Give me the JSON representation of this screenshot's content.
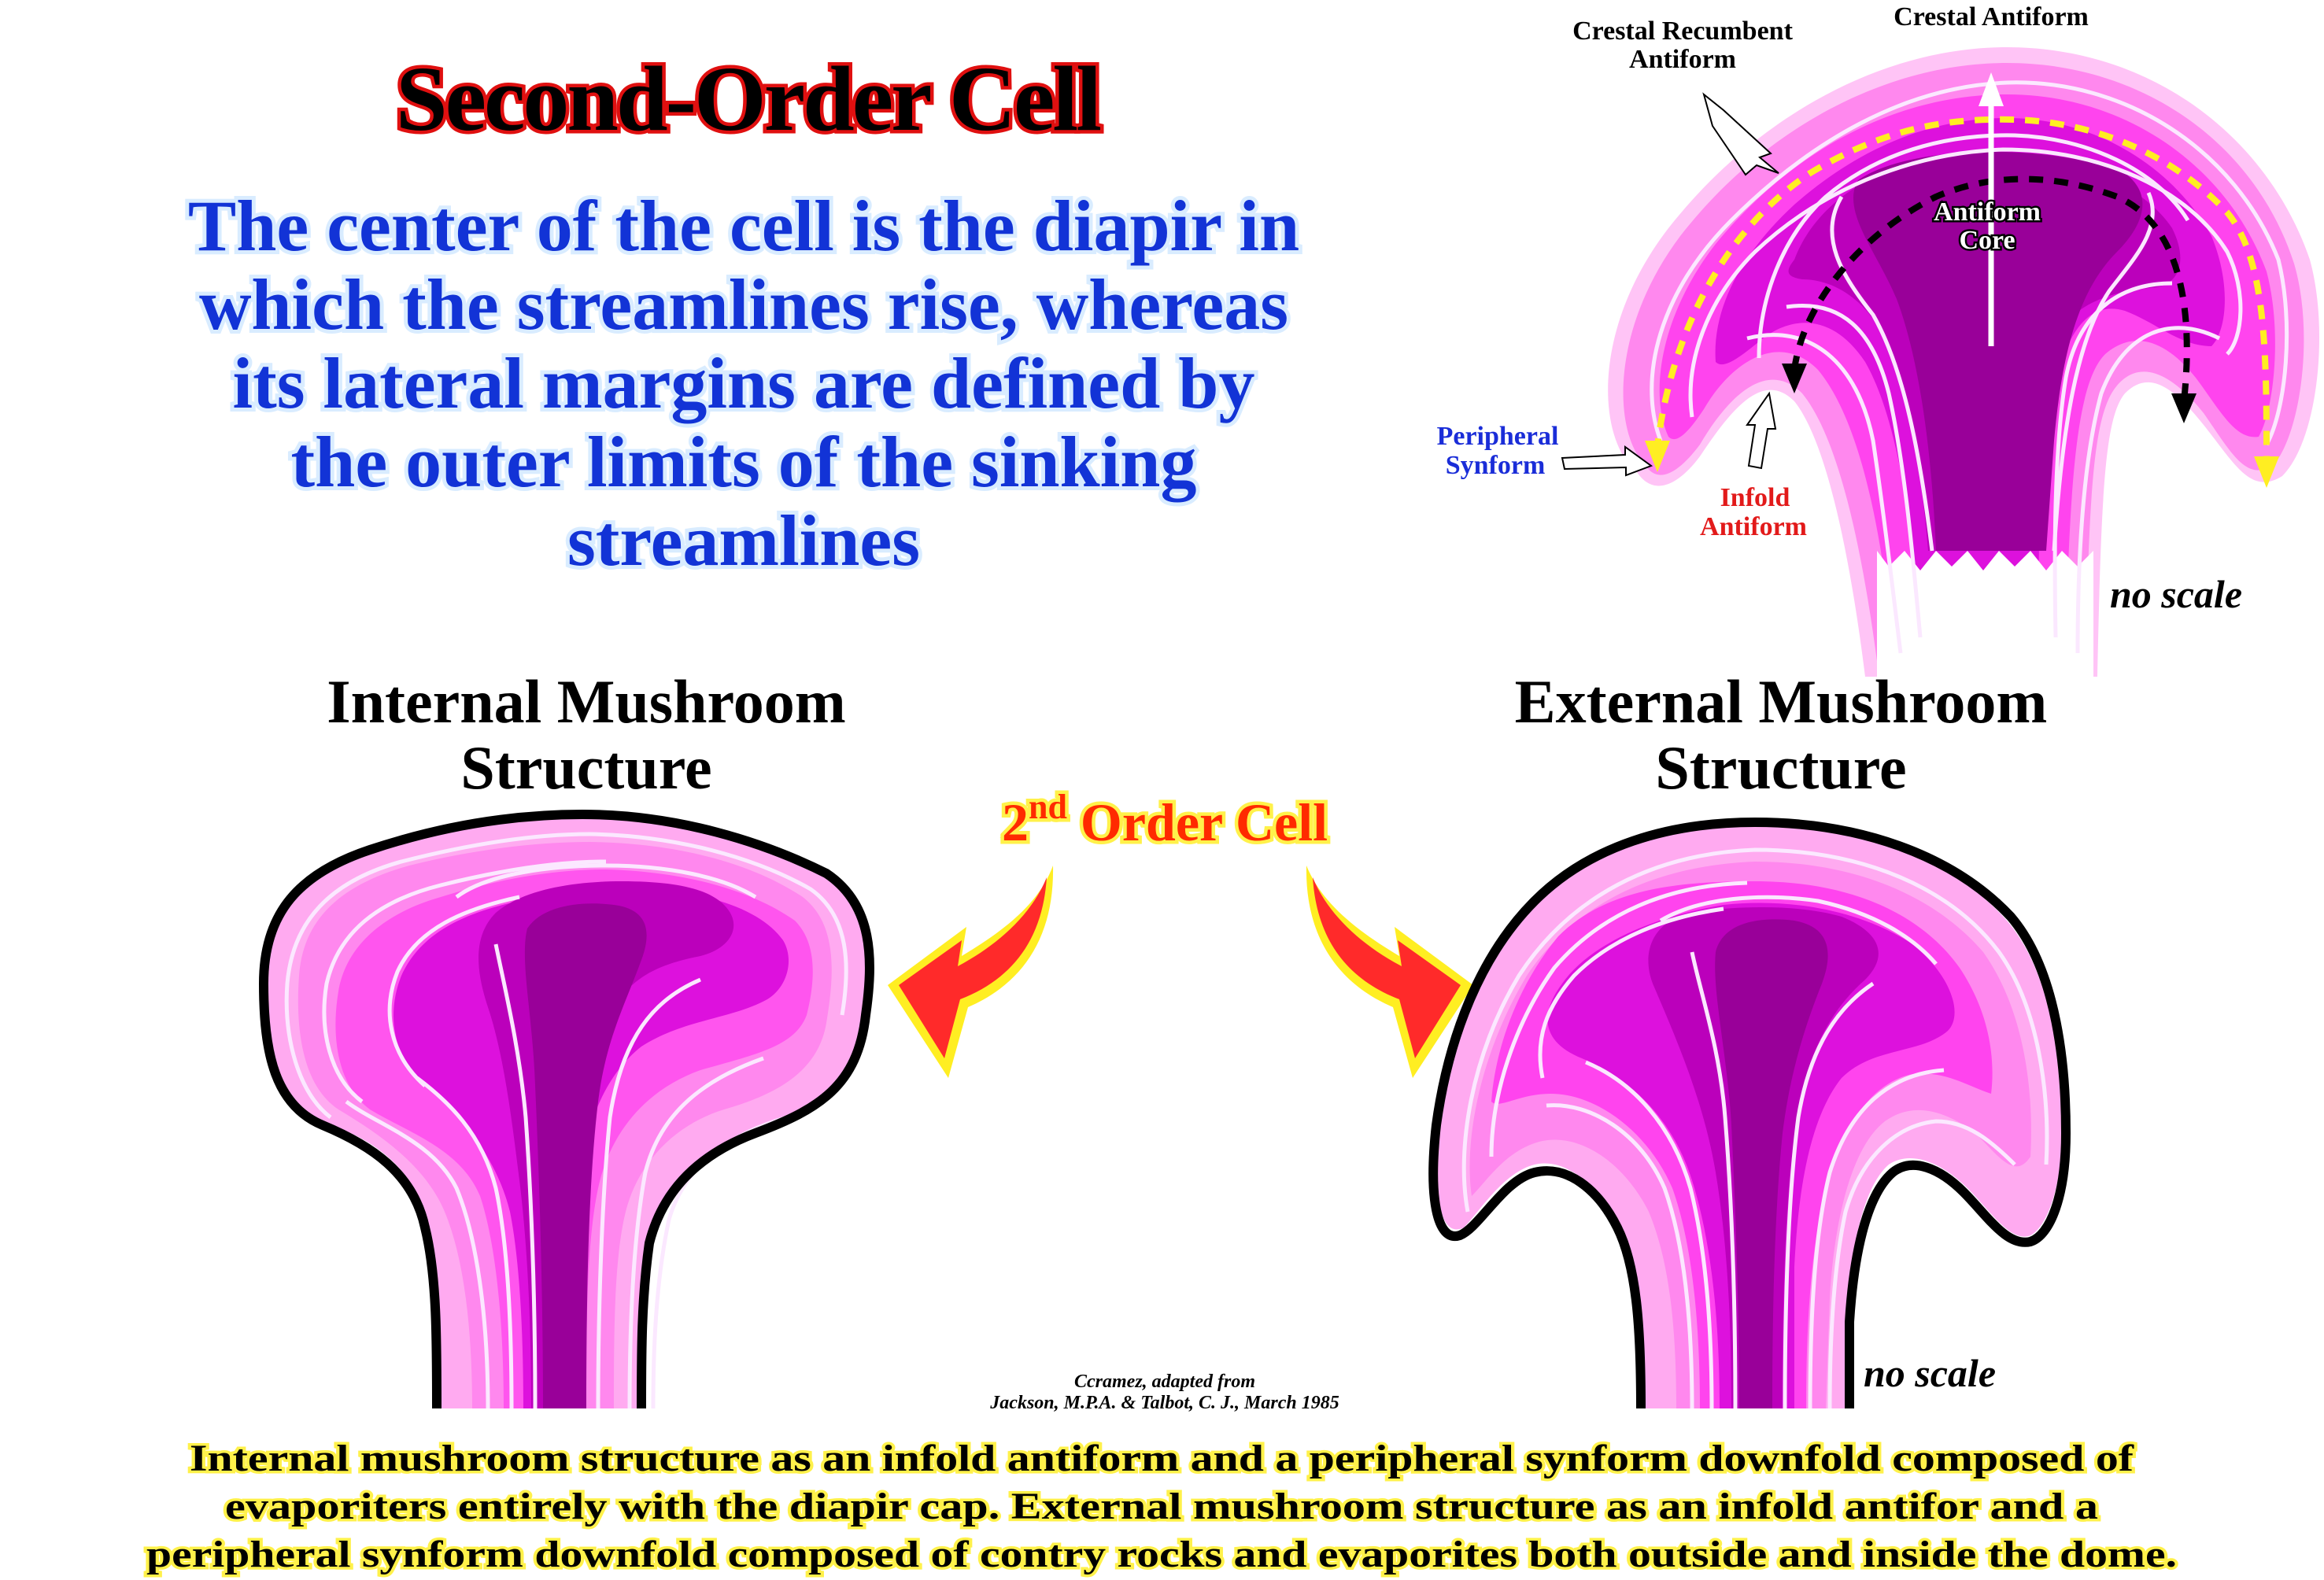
{
  "title": "Second-Order Cell",
  "lead": {
    "lines": [
      "The center of the cell is the diapir in",
      "which the streamlines rise, whereas",
      "its lateral margins are defined by",
      "the outer limits of the sinking",
      "streamlines"
    ]
  },
  "detail": {
    "labels": {
      "crestal_antiform": "Crestal Antiform",
      "crestal_recumbent_line1": "Crestal Recumbent",
      "crestal_recumbent_line2": "Antiform",
      "antiform_core_line1": "Antiform",
      "antiform_core_line2": "Core",
      "peripheral_synform_line1": "Peripheral",
      "peripheral_synform_line2": "Synform",
      "infold_antiform_line1": "Infold",
      "infold_antiform_line2": "Antiform"
    },
    "no_scale": "no scale"
  },
  "internal": {
    "heading_line1": "Internal Mushroom",
    "heading_line2": "Structure"
  },
  "external": {
    "heading_line1": "External Mushroom",
    "heading_line2": "Structure",
    "no_scale": "no scale"
  },
  "center_label": {
    "base": "2",
    "superscript": "nd",
    "rest": " Order Cell"
  },
  "credit": {
    "line1": "Ccramez, adapted from",
    "line2": "Jackson, M.P.A. & Talbot, C. J., March 1985"
  },
  "caption": {
    "lines": [
      "Internal mushroom structure as an infold antiform and a peripheral synform downfold composed of",
      "evaporiters entirely with the diapir cap. External mushroom structure as an infold antifor and a",
      "peripheral synform downfold composed of contry rocks and evaporites both outside and inside the dome."
    ]
  },
  "colors": {
    "pink_light": "#ff99ee",
    "pink_mid": "#ff44ee",
    "magenta": "#dd11dd",
    "purple": "#bb00bb",
    "core_purple": "#990099",
    "streamline": "#fbe8ff",
    "arrow_red": "#ff2a2a",
    "arrow_yellow": "#ffee22",
    "title_stroke": "#e01010",
    "lead_blue": "#1233d6"
  }
}
